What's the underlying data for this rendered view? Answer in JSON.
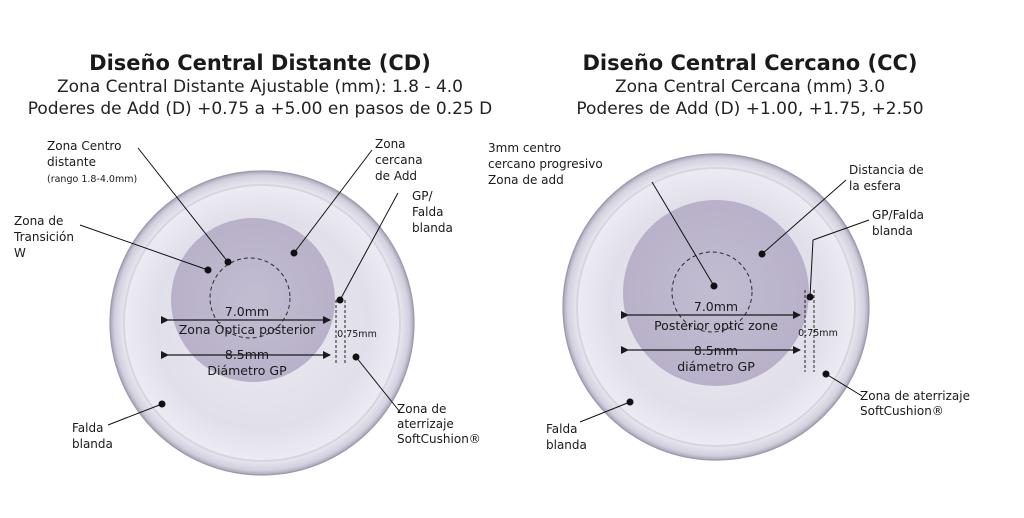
{
  "left": {
    "title": "Diseño Central Distante (CD)",
    "sub1": "Zona Central Distante Ajustable (mm): 1.8 - 4.0",
    "sub2": "Poderes de Add (D) +0.75 a +5.00 en pasos de 0.25 D",
    "zona_centro": [
      "Zona Centro",
      "distante",
      "(rango 1.8-4.0mm)"
    ],
    "zona_transicion": [
      "Zona de",
      "Transición",
      "W"
    ],
    "zona_cercana": [
      "Zona",
      "cercana",
      "de Add"
    ],
    "gp_falda": [
      "GP/",
      "Falda",
      "blanda"
    ],
    "dim1_value": "7.0mm",
    "dim1_label": "Zona Óptica posterior",
    "dim_small": "0.75mm",
    "dim2_value": "8.5mm",
    "dim2_label": "Diámetro GP",
    "falda": [
      "Falda",
      "blanda"
    ],
    "aterrizaje": [
      "Zona de",
      "aterrizaje",
      "SoftCushion®"
    ]
  },
  "right": {
    "title": "Diseño Central Cercano (CC)",
    "sub1": "Zona Central Cercana (mm) 3.0",
    "sub2": "Poderes de Add (D) +1.00, +1.75, +2.50",
    "centro_cercano": [
      "3mm centro",
      "cercano progresivo",
      "Zona de add"
    ],
    "distancia": [
      "Distancia de",
      "la esfera"
    ],
    "gp_falda": [
      "GP/Falda",
      "blanda"
    ],
    "dim1_value": "7.0mm",
    "dim1_label": "Posterior optic zone",
    "dim_small": "0.75mm",
    "dim2_value": "8.5mm",
    "dim2_label": "diámetro GP",
    "falda": [
      "Falda",
      "blanda"
    ],
    "aterrizaje": [
      "Zona de aterrizaje",
      "SoftCushion®"
    ]
  }
}
